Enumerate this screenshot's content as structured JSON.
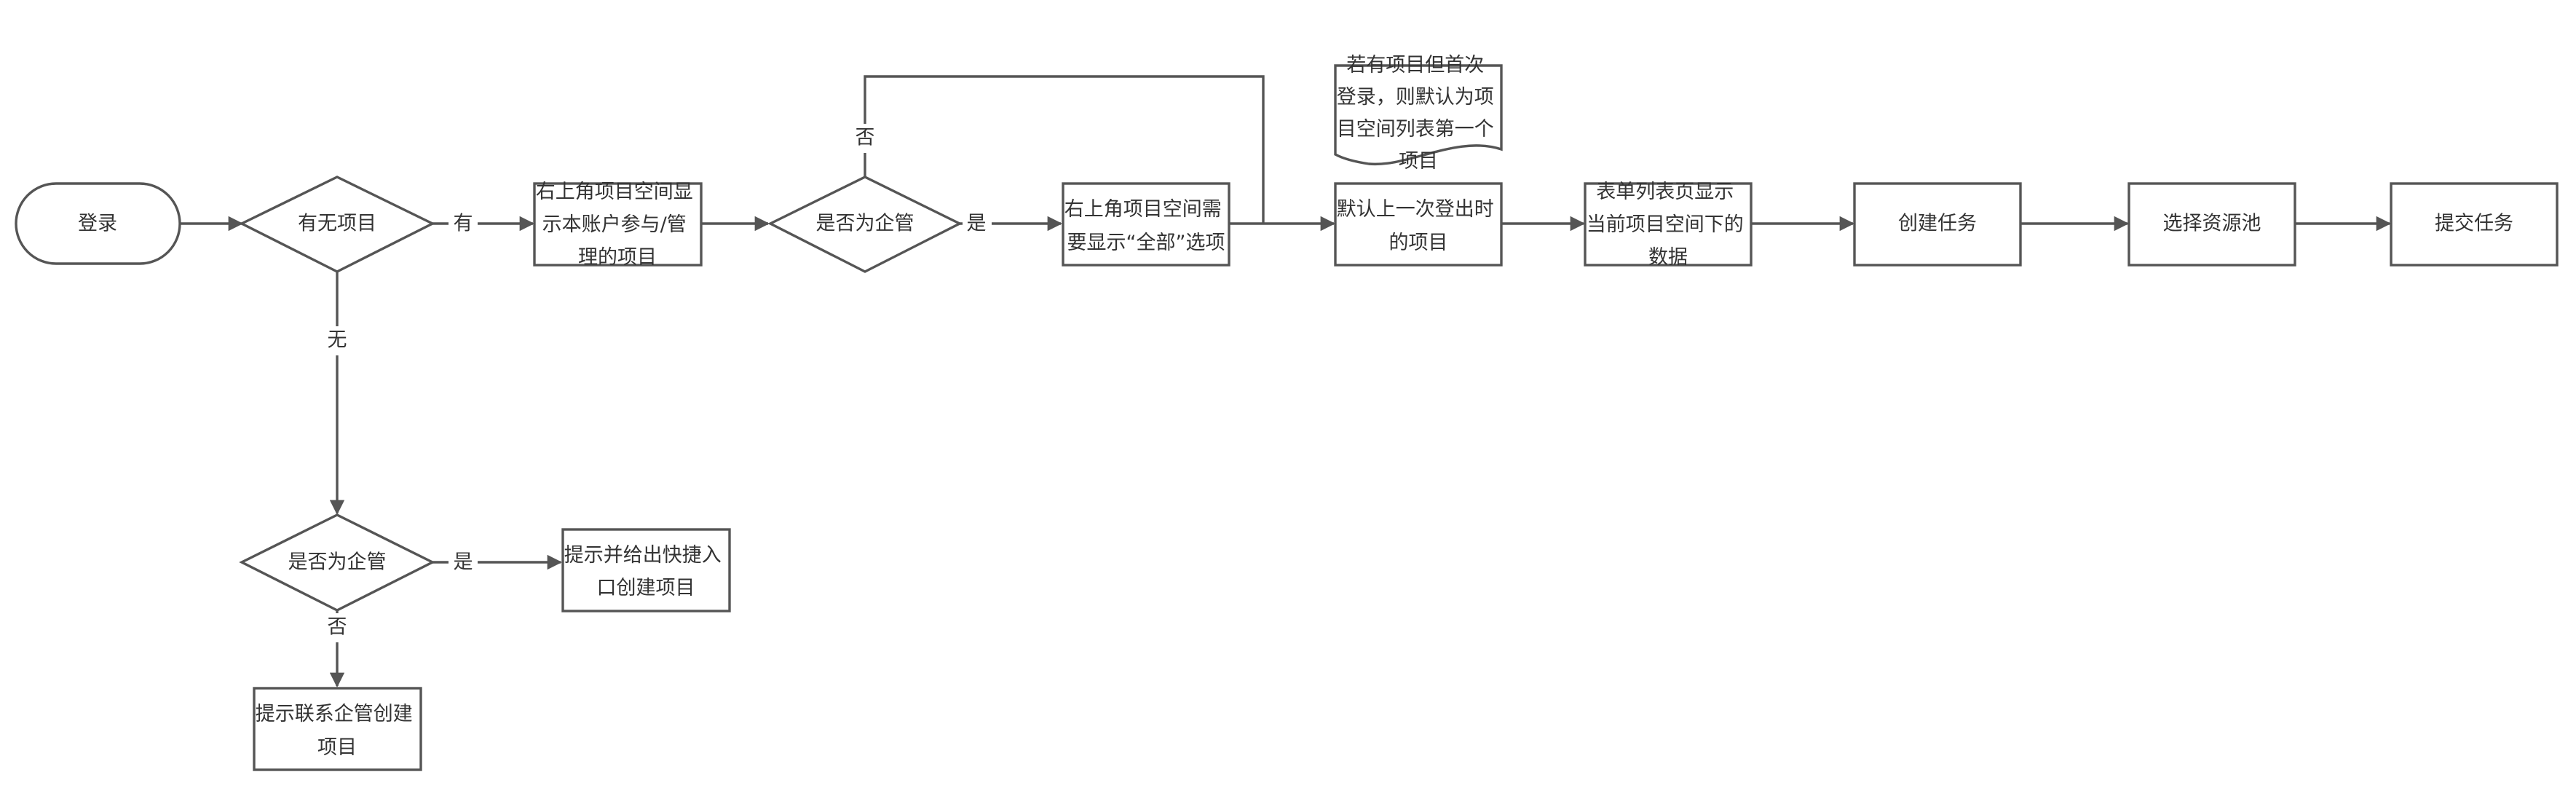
{
  "diagram": {
    "nodes": {
      "login": "登录",
      "has_project": "有无项目",
      "show_projects": [
        "右上角项目空间显",
        "示本账户参与/管",
        "理的项目"
      ],
      "is_admin_top": "是否为企管",
      "show_all_option": [
        "右上角项目空间需",
        "要显示“全部”选项"
      ],
      "default_last_project": [
        "默认上一次登出时",
        "的项目"
      ],
      "first_login_note": [
        "若有项目但首次",
        "登录，则默认为项",
        "目空间列表第一个",
        "项目"
      ],
      "table_list": [
        "表单列表页显示",
        "当前项目空间下的",
        "数据"
      ],
      "create_task": "创建任务",
      "select_pool": "选择资源池",
      "submit_task": "提交任务",
      "is_admin_bottom": "是否为企管",
      "quick_create": [
        "提示并给出快捷入",
        "口创建项目"
      ],
      "contact_admin": [
        "提示联系企管创建",
        "项目"
      ]
    },
    "edge_labels": {
      "has": "有",
      "none": "无",
      "yes_top": "是",
      "no_top": "否",
      "yes_bottom": "是",
      "no_bottom": "否"
    }
  }
}
